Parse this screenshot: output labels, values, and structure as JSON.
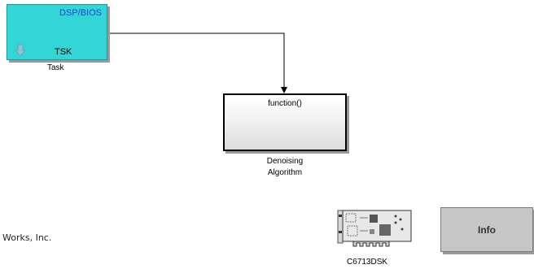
{
  "model": {
    "task_block": {
      "header": "DSP/BIOS",
      "label": "TSK",
      "caption": "Task",
      "icon": "down-arrow-icon",
      "fill_color": "#33d6d6",
      "header_color": "#1f3fd6"
    },
    "function_block": {
      "label": "function()",
      "caption_line1": "Denoising",
      "caption_line2": "Algorithm"
    },
    "board_block": {
      "caption": "C6713DSK",
      "icon": "circuit-board-icon"
    },
    "info_block": {
      "label": "Info",
      "fill_color": "#c6c6c6"
    },
    "copyright": "Works, Inc."
  }
}
